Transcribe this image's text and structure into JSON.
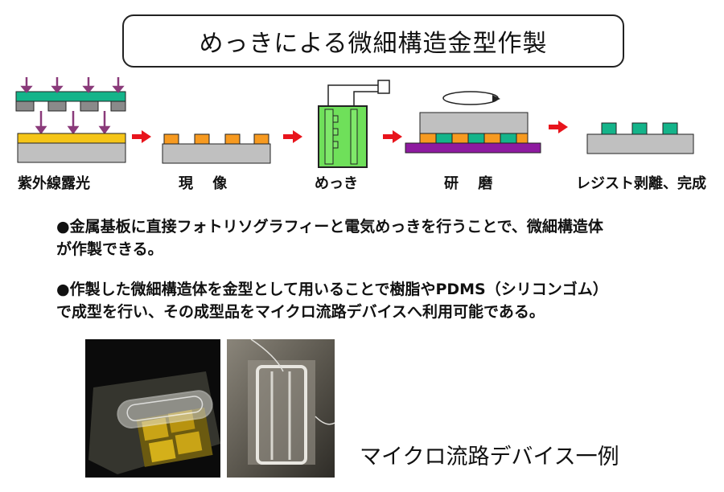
{
  "title": "めっきによる微細構造金型作製",
  "steps": [
    {
      "label": "紫外線露光"
    },
    {
      "label": "現　 像"
    },
    {
      "label": "めっき"
    },
    {
      "label": "研　 磨"
    },
    {
      "label": "レジスト剥離、完成"
    }
  ],
  "bullets": [
    {
      "lines": [
        "●金属基板に直接フォトリソグラフィーと電気めっきを行うことで、微細構造体",
        "が作製できる。"
      ]
    },
    {
      "lines": [
        "●作製した微細構造体を金型として用いることで樹脂やPDMS（シリコンゴム）",
        "で成型を行い、その成型品をマイクロ流路デバイスへ利用可能である。"
      ]
    }
  ],
  "caption": "マイクロ流路デバイス一例",
  "colors": {
    "substrate": "#c0c0c0",
    "resist_orange": "#f79a20",
    "gold_layer": "#f5c518",
    "mask_teal": "#14b48a",
    "uv_arrow": "#8a3a7a",
    "process_arrow": "#e8141c",
    "plating_bath": "#6fe05a",
    "polish_plate": "#8e1aa0"
  }
}
